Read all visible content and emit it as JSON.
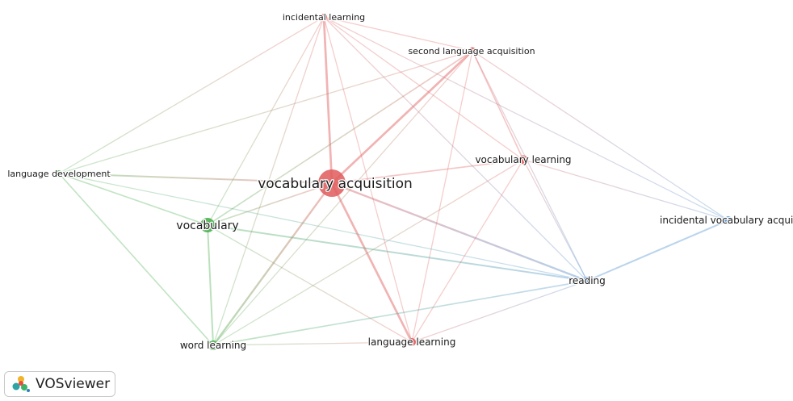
{
  "diagram": {
    "nodes": [
      {
        "id": "vocabulary-acquisition",
        "label": "vocabulary acquisition",
        "cluster": "red",
        "weight": 5
      },
      {
        "id": "incidental-learning",
        "label": "incidental learning",
        "cluster": "red",
        "weight": 1
      },
      {
        "id": "second-language-acquisition",
        "label": "second language acquisition",
        "cluster": "red",
        "weight": 1
      },
      {
        "id": "vocabulary-learning",
        "label": "vocabulary learning",
        "cluster": "red",
        "weight": 1.5
      },
      {
        "id": "language-learning",
        "label": "language learning",
        "cluster": "red",
        "weight": 1.2
      },
      {
        "id": "language-development",
        "label": "language development",
        "cluster": "green",
        "weight": 1
      },
      {
        "id": "vocabulary",
        "label": "vocabulary",
        "cluster": "green",
        "weight": 2.2
      },
      {
        "id": "word-learning",
        "label": "word learning",
        "cluster": "green",
        "weight": 1.5
      },
      {
        "id": "reading",
        "label": "reading",
        "cluster": "blue",
        "weight": 1.3
      },
      {
        "id": "incidental-vocabulary-acquisition",
        "label": "incidental vocabulary acquis",
        "cluster": "blue",
        "weight": 1.3
      }
    ],
    "edges": [
      [
        "vocabulary-acquisition",
        "incidental-learning",
        3
      ],
      [
        "vocabulary-acquisition",
        "second-language-acquisition",
        3
      ],
      [
        "vocabulary-acquisition",
        "vocabulary-learning",
        1.5
      ],
      [
        "vocabulary-acquisition",
        "language-learning",
        3
      ],
      [
        "vocabulary-acquisition",
        "language-development",
        2
      ],
      [
        "vocabulary-acquisition",
        "vocabulary",
        1.5
      ],
      [
        "vocabulary-acquisition",
        "word-learning",
        2.5
      ],
      [
        "vocabulary-acquisition",
        "reading",
        2.5
      ],
      [
        "incidental-learning",
        "second-language-acquisition",
        1
      ],
      [
        "incidental-learning",
        "vocabulary-learning",
        1
      ],
      [
        "incidental-learning",
        "language-learning",
        1
      ],
      [
        "incidental-learning",
        "language-development",
        1
      ],
      [
        "incidental-learning",
        "vocabulary",
        1
      ],
      [
        "incidental-learning",
        "word-learning",
        1
      ],
      [
        "incidental-learning",
        "reading",
        1
      ],
      [
        "incidental-learning",
        "incidental-vocabulary-acquisition",
        1
      ],
      [
        "second-language-acquisition",
        "vocabulary-learning",
        1.5
      ],
      [
        "second-language-acquisition",
        "language-learning",
        1
      ],
      [
        "second-language-acquisition",
        "language-development",
        1
      ],
      [
        "second-language-acquisition",
        "vocabulary",
        1.5
      ],
      [
        "second-language-acquisition",
        "word-learning",
        1
      ],
      [
        "second-language-acquisition",
        "reading",
        1
      ],
      [
        "second-language-acquisition",
        "incidental-vocabulary-acquisition",
        1
      ],
      [
        "vocabulary-learning",
        "language-learning",
        1
      ],
      [
        "vocabulary-learning",
        "word-learning",
        1
      ],
      [
        "vocabulary-learning",
        "reading",
        1
      ],
      [
        "vocabulary-learning",
        "incidental-vocabulary-acquisition",
        1
      ],
      [
        "language-development",
        "vocabulary",
        1.5
      ],
      [
        "language-development",
        "word-learning",
        1.5
      ],
      [
        "language-development",
        "reading",
        1
      ],
      [
        "vocabulary",
        "word-learning",
        2
      ],
      [
        "vocabulary",
        "reading",
        2
      ],
      [
        "vocabulary",
        "language-learning",
        1
      ],
      [
        "word-learning",
        "reading",
        1.5
      ],
      [
        "word-learning",
        "language-learning",
        1
      ],
      [
        "reading",
        "language-learning",
        1
      ],
      [
        "reading",
        "incidental-vocabulary-acquisition",
        2
      ]
    ]
  },
  "colors": {
    "red": "#e05a5a",
    "green": "#4caf50",
    "blue": "#4a8fcf"
  },
  "logo": {
    "text": "VOSviewer",
    "icon": "vosviewer-logo-icon"
  }
}
